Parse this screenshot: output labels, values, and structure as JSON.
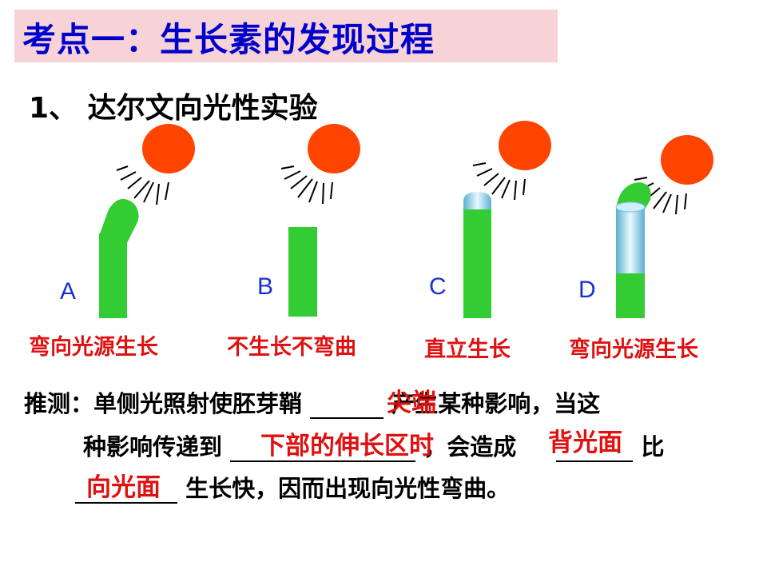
{
  "title": "考点一：生长素的发现过程",
  "subtitle": "1、 达尔文向光性实验",
  "panels": [
    {
      "letter": "A",
      "caption": "弯向光源生长"
    },
    {
      "letter": "B",
      "caption": "不生长不弯曲"
    },
    {
      "letter": "C",
      "caption": "直立生长"
    },
    {
      "letter": "D",
      "caption": "弯向光源生长"
    }
  ],
  "inference": {
    "line1_prefix": "推测：单侧光照射使胚芽鞘",
    "line1_suffix": "产生某种影响，当这",
    "line2_prefix": "种影响传递到",
    "line2_mid": "，会造成",
    "line2_suffix": "比",
    "line3_suffix": "生长快，因而出现向光性弯曲。",
    "answers": {
      "tip": "尖端",
      "lower_part": "下部的伸长区时",
      "back_side": "背光面",
      "light_side": "向光面"
    }
  },
  "colors": {
    "title_bg": "#f7d2d6",
    "title_text": "#0000cc",
    "sun": "#ff4400",
    "stem": "#33cc33",
    "cap": "#aee0f0",
    "caption": "#e01010",
    "letter": "#1a2fd0"
  }
}
